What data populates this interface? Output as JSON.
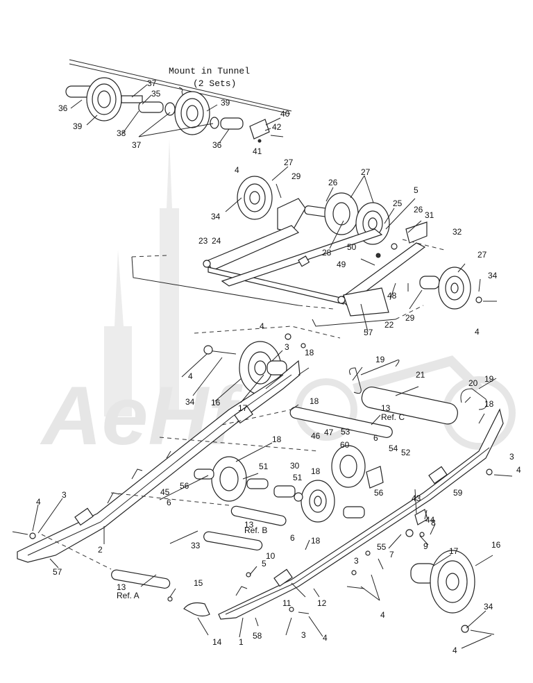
{
  "header": {
    "title_line1": "Mount in Tunnel",
    "title_line2": "(2 Sets)"
  },
  "watermark": "AeHf",
  "refs": {
    "ref_a": "Ref. A",
    "ref_b": "Ref. B",
    "ref_c": "Ref. C"
  },
  "labels": [
    "36",
    "39",
    "37",
    "35",
    "38",
    "39",
    "37",
    "36",
    "40",
    "42",
    "41",
    "4",
    "27",
    "29",
    "26",
    "27",
    "5",
    "25",
    "26",
    "31",
    "34",
    "28",
    "23",
    "24",
    "50",
    "49",
    "32",
    "27",
    "34",
    "48",
    "22",
    "29",
    "4",
    "57",
    "4",
    "3",
    "18",
    "19",
    "21",
    "20",
    "19",
    "18",
    "4",
    "34",
    "16",
    "17",
    "18",
    "13",
    "18",
    "46",
    "47",
    "53",
    "6",
    "60",
    "54",
    "52",
    "30",
    "51",
    "18",
    "51",
    "56",
    "45",
    "56",
    "6",
    "6",
    "18",
    "4",
    "3",
    "2",
    "13",
    "33",
    "3",
    "4",
    "59",
    "43",
    "44",
    "8",
    "9",
    "55",
    "7",
    "57",
    "5",
    "10",
    "13",
    "15",
    "12",
    "11",
    "14",
    "1",
    "58",
    "3",
    "4",
    "3",
    "4",
    "17",
    "16",
    "34",
    "4"
  ]
}
